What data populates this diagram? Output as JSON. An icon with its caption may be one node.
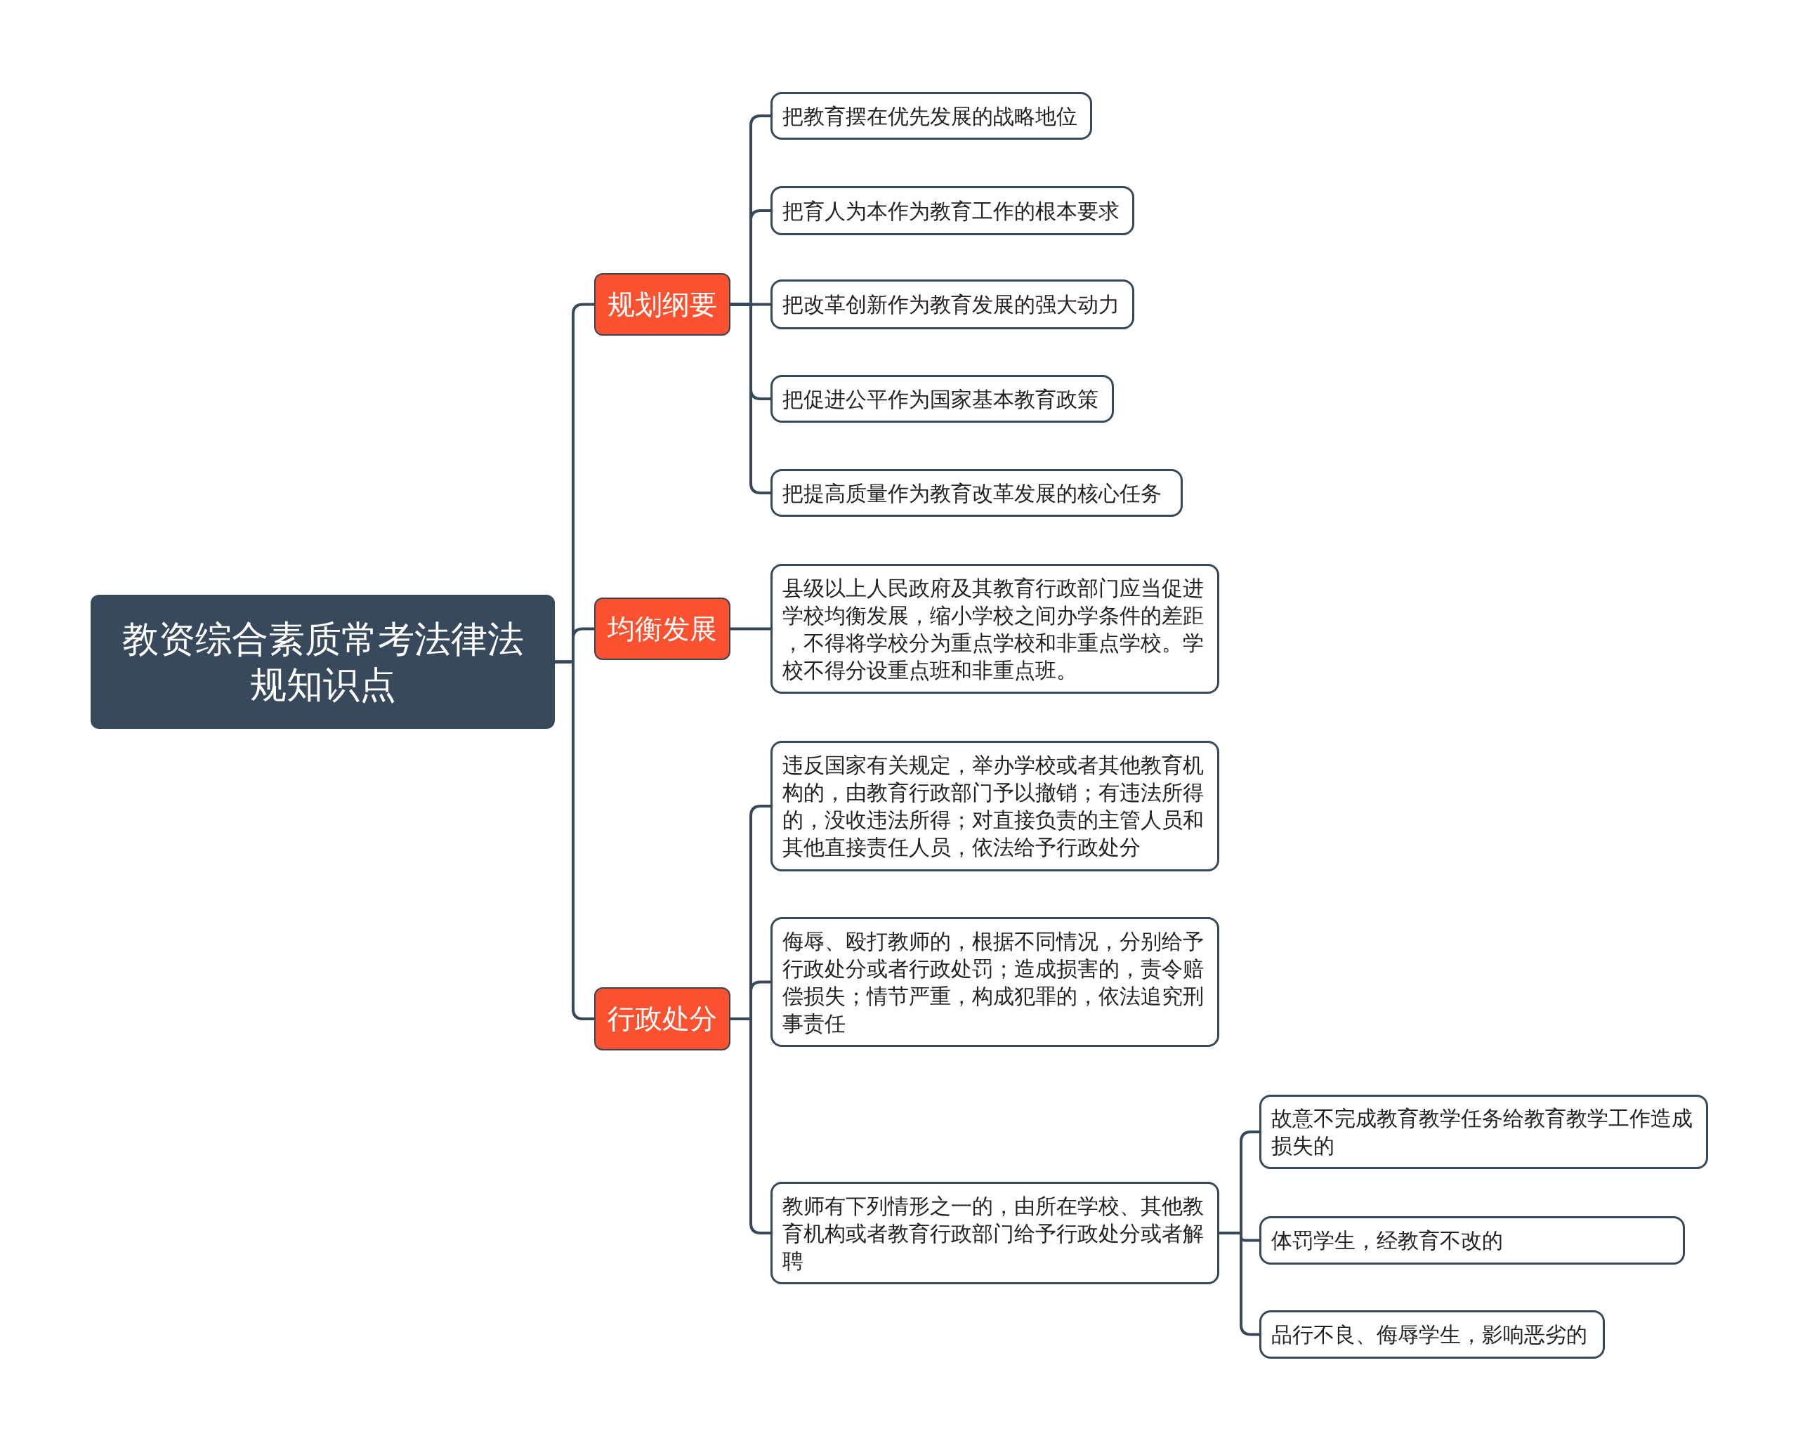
{
  "diagram": {
    "nodes": [
      {
        "text": [
          "教资综合素质常考法律法规知识点"
        ]
      },
      {
        "text": [
          "规划纲要"
        ]
      },
      {
        "text": [
          "把教育摆在优先发展的战略地位"
        ]
      },
      {
        "text": [
          "把育人为本作为教育工作的根本要求"
        ]
      },
      {
        "text": [
          "把改革创新作为教育发展的强大动力"
        ]
      },
      {
        "text": [
          "把促进公平作为国家基本教育政策"
        ]
      },
      {
        "text": [
          "把提高质量作为教育改革发展的核心任务"
        ]
      },
      {
        "text": [
          "均衡发展"
        ]
      },
      {
        "text": [
          "县级以上人民政府及其教育行政部门应当促进学校均衡发展，缩小学校之间办学条件的差距，不得将学校分为重点学校和非重点学校。学校不得分设重点班和非重点班。"
        ]
      },
      {
        "text": [
          "行政处分"
        ]
      },
      {
        "text": [
          "违反国家有关规定，举办学校或者其他教育机构的，由教育行政部门予以撤销；有违法所得的，没收违法所得；对直接负责的主管人员和其他直接责任人员，依法给予行政处分"
        ]
      },
      {
        "text": [
          "侮辱、殴打教师的，根据不同情况，分别给予行政处分或者行政处罚；造成损害的，责令赔偿损失；情节严重，构成犯罪的，依法追究刑事责任"
        ]
      },
      {
        "text": [
          "教师有下列情形之一的，由所在学校、其他教育机构或者教育行政部门给予行政处分或者解聘"
        ]
      },
      {
        "text": [
          "故意不完成教育教学任务给教育教学工作造成损失的"
        ]
      },
      {
        "text": [
          "体罚学生，经教育不改的"
        ]
      },
      {
        "text": [
          "品行不良、侮辱学生，影响恶劣的"
        ]
      }
    ],
    "edges": [
      {
        "from": 0,
        "to": 1,
        "arrow": "none"
      },
      {
        "from": 0,
        "to": 7,
        "arrow": "none"
      },
      {
        "from": 0,
        "to": 9,
        "arrow": "none"
      },
      {
        "from": 1,
        "to": 2,
        "arrow": "none"
      },
      {
        "from": 1,
        "to": 3,
        "arrow": "none"
      },
      {
        "from": 1,
        "to": 4,
        "arrow": "none"
      },
      {
        "from": 1,
        "to": 5,
        "arrow": "none"
      },
      {
        "from": 1,
        "to": 6,
        "arrow": "none"
      },
      {
        "from": 7,
        "to": 8,
        "arrow": "none"
      },
      {
        "from": 9,
        "to": 10,
        "arrow": "none"
      },
      {
        "from": 9,
        "to": 11,
        "arrow": "none"
      },
      {
        "from": 9,
        "to": 12,
        "arrow": "none"
      },
      {
        "from": 12,
        "to": 13,
        "arrow": "none"
      },
      {
        "from": 12,
        "to": 14,
        "arrow": "none"
      },
      {
        "from": 12,
        "to": 15,
        "arrow": "none"
      }
    ]
  }
}
